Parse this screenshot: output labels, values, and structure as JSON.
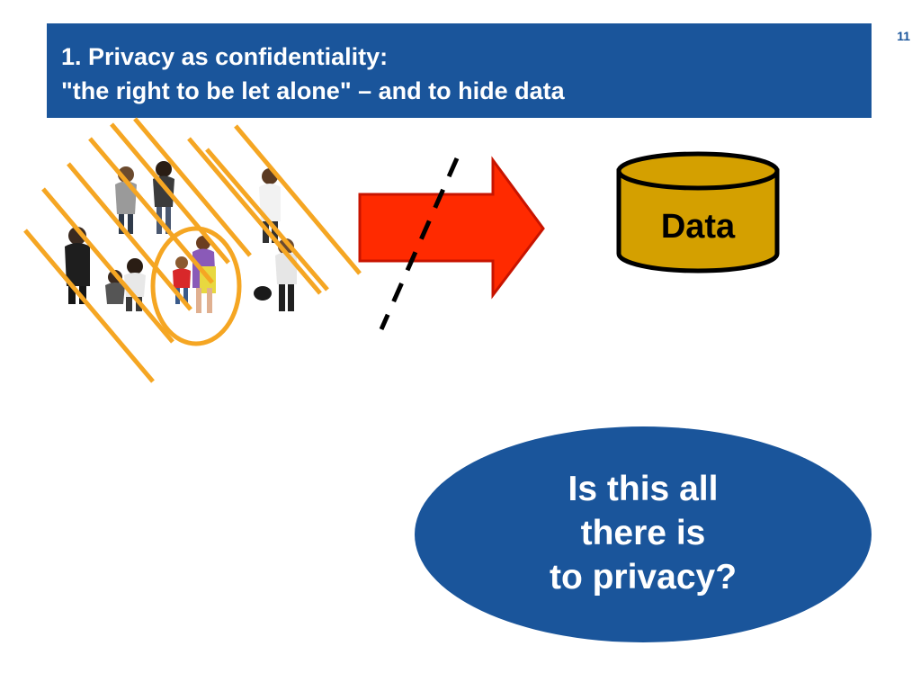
{
  "slide": {
    "page_number": "11",
    "title": {
      "line1": "1. Privacy as confidentiality:",
      "line2": "\"the right to be let alone\" – and to hide data"
    }
  },
  "diagram": {
    "database_label": "Data",
    "question": {
      "line1": "Is this all",
      "line2": "there is",
      "line3": "to privacy?"
    }
  },
  "colors": {
    "title_bar": "#1a559b",
    "hatch_lines": "#f5a623",
    "arrow_fill": "#ff2a00",
    "database_fill": "#d4a000",
    "ellipse_fill": "#1a559b"
  },
  "icons": {
    "crowd": "crowd-of-people-photo",
    "arrow": "right-arrow-icon",
    "database": "database-cylinder-icon"
  }
}
